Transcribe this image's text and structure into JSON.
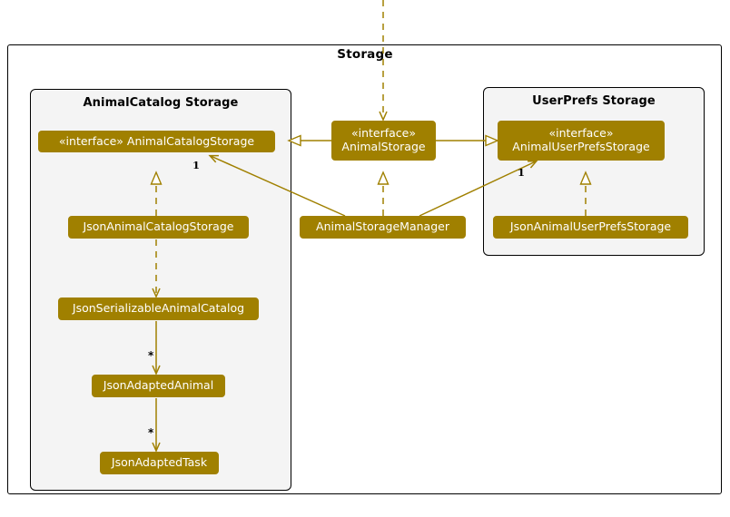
{
  "diagram": {
    "title": "Storage",
    "type": "uml-class-diagram",
    "accent_color": "#A08000",
    "package_fill": "#F4F4F4",
    "border_color": "#000000",
    "text_on_accent": "#FFFFFF"
  },
  "packages": [
    {
      "id": "catalog",
      "title": "AnimalCatalog Storage"
    },
    {
      "id": "userprefs",
      "title": "UserPrefs Storage"
    }
  ],
  "classes": [
    {
      "id": "animal-catalog-storage",
      "stereotype": "«interface»",
      "name": "AnimalCatalogStorage",
      "inline": true,
      "label": "«interface» AnimalCatalogStorage"
    },
    {
      "id": "animal-storage",
      "stereotype": "«interface»",
      "name": "AnimalStorage",
      "inline": false
    },
    {
      "id": "animal-user-prefs-storage",
      "stereotype": "«interface»",
      "name": "AnimalUserPrefsStorage",
      "inline": false
    },
    {
      "id": "json-animal-catalog-storage",
      "name": "JsonAnimalCatalogStorage"
    },
    {
      "id": "json-serializable-animal-catalog",
      "name": "JsonSerializableAnimalCatalog"
    },
    {
      "id": "json-adapted-animal",
      "name": "JsonAdaptedAnimal"
    },
    {
      "id": "json-adapted-task",
      "name": "JsonAdaptedTask"
    },
    {
      "id": "animal-storage-manager",
      "name": "AnimalStorageManager"
    },
    {
      "id": "json-animal-user-prefs-storage",
      "name": "JsonAnimalUserPrefsStorage"
    }
  ],
  "multiplicities": [
    {
      "id": "mult-catalog",
      "value": "1"
    },
    {
      "id": "mult-userprefs",
      "value": "1"
    },
    {
      "id": "mult-serializable-animal",
      "value": "*"
    },
    {
      "id": "mult-animal-task",
      "value": "*"
    }
  ],
  "relations": [
    {
      "from": "external",
      "to": "animal-storage",
      "kind": "dependency"
    },
    {
      "from": "animal-storage",
      "to": "animal-catalog-storage",
      "kind": "generalization"
    },
    {
      "from": "animal-storage",
      "to": "animal-user-prefs-storage",
      "kind": "generalization"
    },
    {
      "from": "animal-storage-manager",
      "to": "animal-storage",
      "kind": "realization"
    },
    {
      "from": "animal-storage-manager",
      "to": "animal-catalog-storage",
      "kind": "association"
    },
    {
      "from": "animal-storage-manager",
      "to": "animal-user-prefs-storage",
      "kind": "association"
    },
    {
      "from": "json-animal-catalog-storage",
      "to": "animal-catalog-storage",
      "kind": "realization"
    },
    {
      "from": "json-animal-user-prefs-storage",
      "to": "animal-user-prefs-storage",
      "kind": "realization"
    },
    {
      "from": "json-animal-catalog-storage",
      "to": "json-serializable-animal-catalog",
      "kind": "dependency"
    },
    {
      "from": "json-serializable-animal-catalog",
      "to": "json-adapted-animal",
      "kind": "association"
    },
    {
      "from": "json-adapted-animal",
      "to": "json-adapted-task",
      "kind": "association"
    }
  ]
}
